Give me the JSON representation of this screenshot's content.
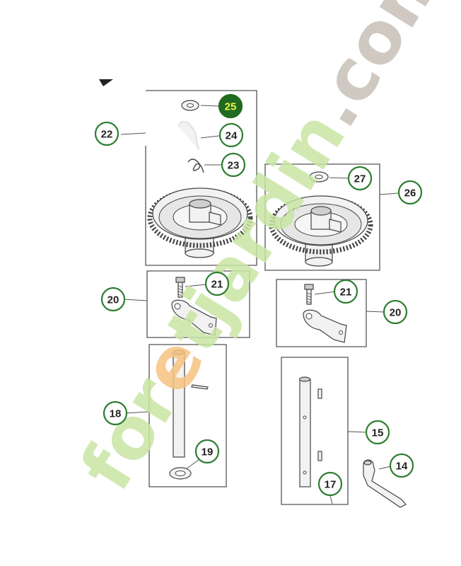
{
  "callouts": [
    {
      "id": "25",
      "label": "25",
      "highlight": true
    },
    {
      "id": "22",
      "label": "22"
    },
    {
      "id": "24",
      "label": "24"
    },
    {
      "id": "23",
      "label": "23"
    },
    {
      "id": "27",
      "label": "27"
    },
    {
      "id": "26",
      "label": "26"
    },
    {
      "id": "21a",
      "label": "21"
    },
    {
      "id": "20a",
      "label": "20"
    },
    {
      "id": "21b",
      "label": "21"
    },
    {
      "id": "20b",
      "label": "20"
    },
    {
      "id": "18",
      "label": "18"
    },
    {
      "id": "19",
      "label": "19"
    },
    {
      "id": "15",
      "label": "15"
    },
    {
      "id": "14",
      "label": "14"
    },
    {
      "id": "17",
      "label": "17"
    }
  ],
  "watermark": {
    "text": "foretjardin.com",
    "colors": {
      "green": "#c9e6a4",
      "orange": "#f6c27f",
      "gray": "#c7c0b8"
    }
  },
  "colors": {
    "callout_ring": "#2e7d32",
    "highlight_fill": "#1f6b1f",
    "highlight_text": "#f2f542",
    "line": "#555555"
  }
}
